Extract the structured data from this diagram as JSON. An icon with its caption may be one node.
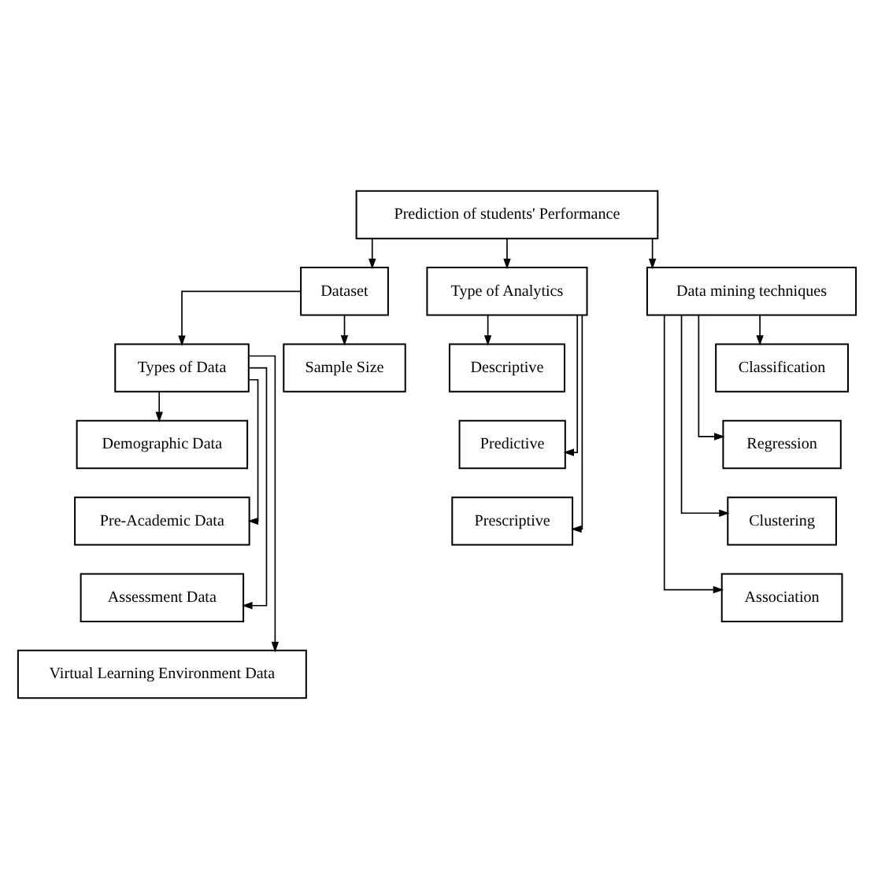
{
  "diagram": {
    "nodes": [
      {
        "text": [
          "Prediction of students' Performance"
        ]
      },
      {
        "text": [
          "Dataset"
        ]
      },
      {
        "text": [
          "Type of Analytics"
        ]
      },
      {
        "text": [
          "Data mining techniques"
        ]
      },
      {
        "text": [
          "Types of Data"
        ]
      },
      {
        "text": [
          "Sample Size"
        ]
      },
      {
        "text": [
          "Demographic Data"
        ]
      },
      {
        "text": [
          "Pre-Academic Data"
        ]
      },
      {
        "text": [
          "Assessment Data"
        ]
      },
      {
        "text": [
          "Virtual Learning Environment Data"
        ]
      },
      {
        "text": [
          "Descriptive"
        ]
      },
      {
        "text": [
          "Predictive"
        ]
      },
      {
        "text": [
          "Prescriptive"
        ]
      },
      {
        "text": [
          "Classification"
        ]
      },
      {
        "text": [
          "Regression"
        ]
      },
      {
        "text": [
          "Clustering"
        ]
      },
      {
        "text": [
          "Association"
        ]
      }
    ],
    "edges": [
      {
        "from": 0,
        "to": 1,
        "arrow": "to"
      },
      {
        "from": 0,
        "to": 2,
        "arrow": "to"
      },
      {
        "from": 0,
        "to": 3,
        "arrow": "to"
      },
      {
        "from": 1,
        "to": 4,
        "arrow": "to"
      },
      {
        "from": 1,
        "to": 5,
        "arrow": "to"
      },
      {
        "from": 4,
        "to": 6,
        "arrow": "to"
      },
      {
        "from": 4,
        "to": 7,
        "arrow": "to"
      },
      {
        "from": 4,
        "to": 8,
        "arrow": "to"
      },
      {
        "from": 4,
        "to": 9,
        "arrow": "to"
      },
      {
        "from": 2,
        "to": 10,
        "arrow": "to"
      },
      {
        "from": 2,
        "to": 11,
        "arrow": "to"
      },
      {
        "from": 2,
        "to": 12,
        "arrow": "to"
      },
      {
        "from": 3,
        "to": 13,
        "arrow": "to"
      },
      {
        "from": 3,
        "to": 14,
        "arrow": "to"
      },
      {
        "from": 3,
        "to": 15,
        "arrow": "to"
      },
      {
        "from": 3,
        "to": 16,
        "arrow": "to"
      }
    ]
  }
}
